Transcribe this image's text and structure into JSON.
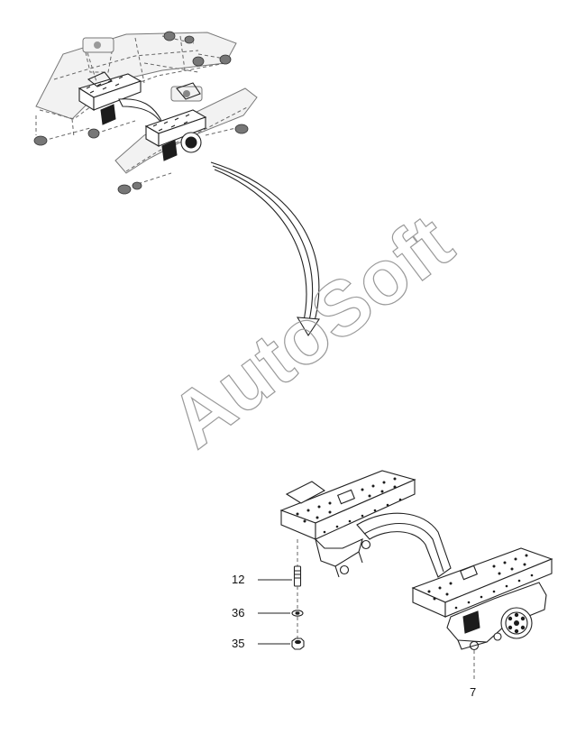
{
  "watermark": "AutoSoft",
  "callouts": [
    {
      "id": "12",
      "label": "12"
    },
    {
      "id": "36",
      "label": "36"
    },
    {
      "id": "35",
      "label": "35"
    },
    {
      "id": "7",
      "label": "7"
    }
  ]
}
